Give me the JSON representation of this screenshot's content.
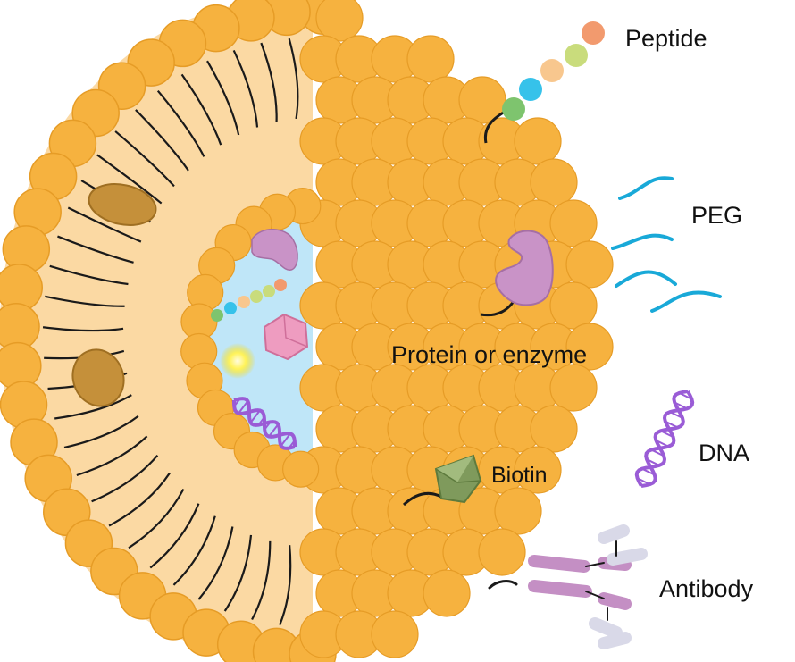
{
  "labels": {
    "peptide": "Peptide",
    "peg": "PEG",
    "protein": "Protein or enzyme",
    "dna": "DNA",
    "biotin": "Biotin",
    "antibody": "Antibody"
  },
  "colors": {
    "lipid_head": "#f6b23f",
    "lipid_edge": "#e69c26",
    "bilayer_fill": "#fbd9a3",
    "lipid_tail": "#1a1a1a",
    "aqueous_core": "#bfe6f8",
    "membrane_protein": "#c5903a",
    "protein": "#c993c7",
    "peg": "#19a9d8",
    "dna": "#9a5cd6",
    "biotin": "#7f9a5c",
    "antibody": "#c48fc4",
    "peptide_beads": [
      "#7ec46e",
      "#36c2ea",
      "#f8c78e",
      "#c9dc7c",
      "#f29a6e"
    ]
  },
  "icons": [
    "lipid-head-icon",
    "lipid-tail-icon",
    "protein-icon",
    "peptide-chain-icon",
    "peg-strand-icon",
    "dna-helix-icon",
    "biotin-icon",
    "antibody-icon",
    "drug-crystal-icon",
    "small-molecule-glow-icon"
  ]
}
